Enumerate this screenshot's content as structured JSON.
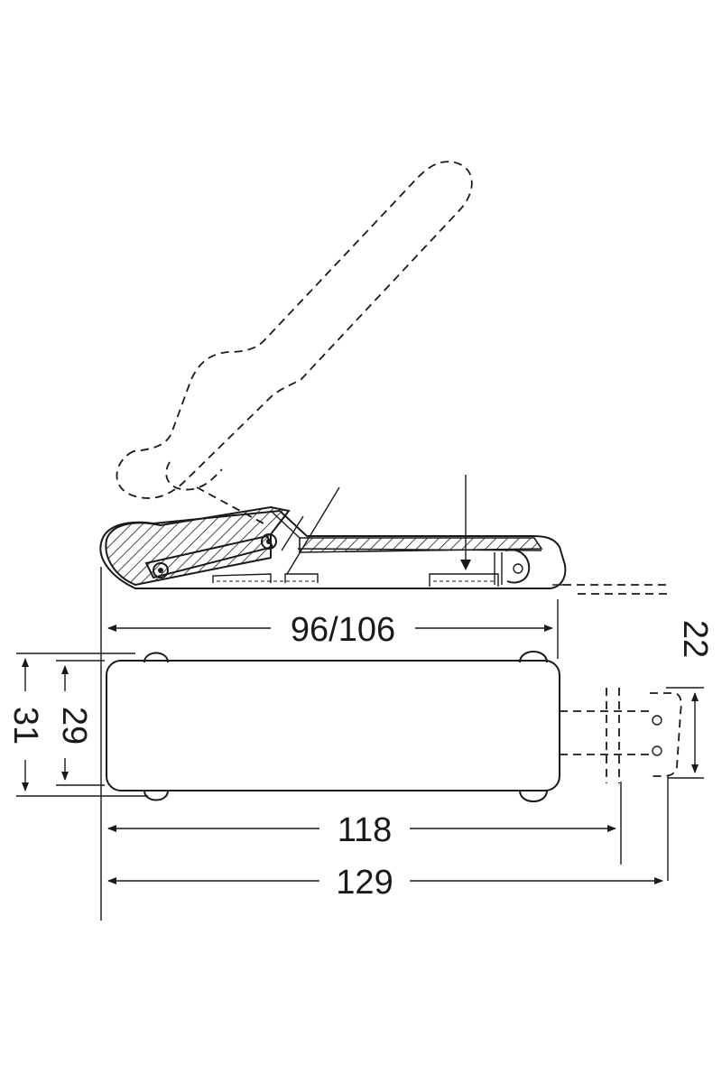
{
  "dimensions": {
    "top_length": "96/106",
    "height_right": "22",
    "width_inner": "29",
    "width_outer": "31",
    "length_mid": "118",
    "length_total": "129"
  }
}
